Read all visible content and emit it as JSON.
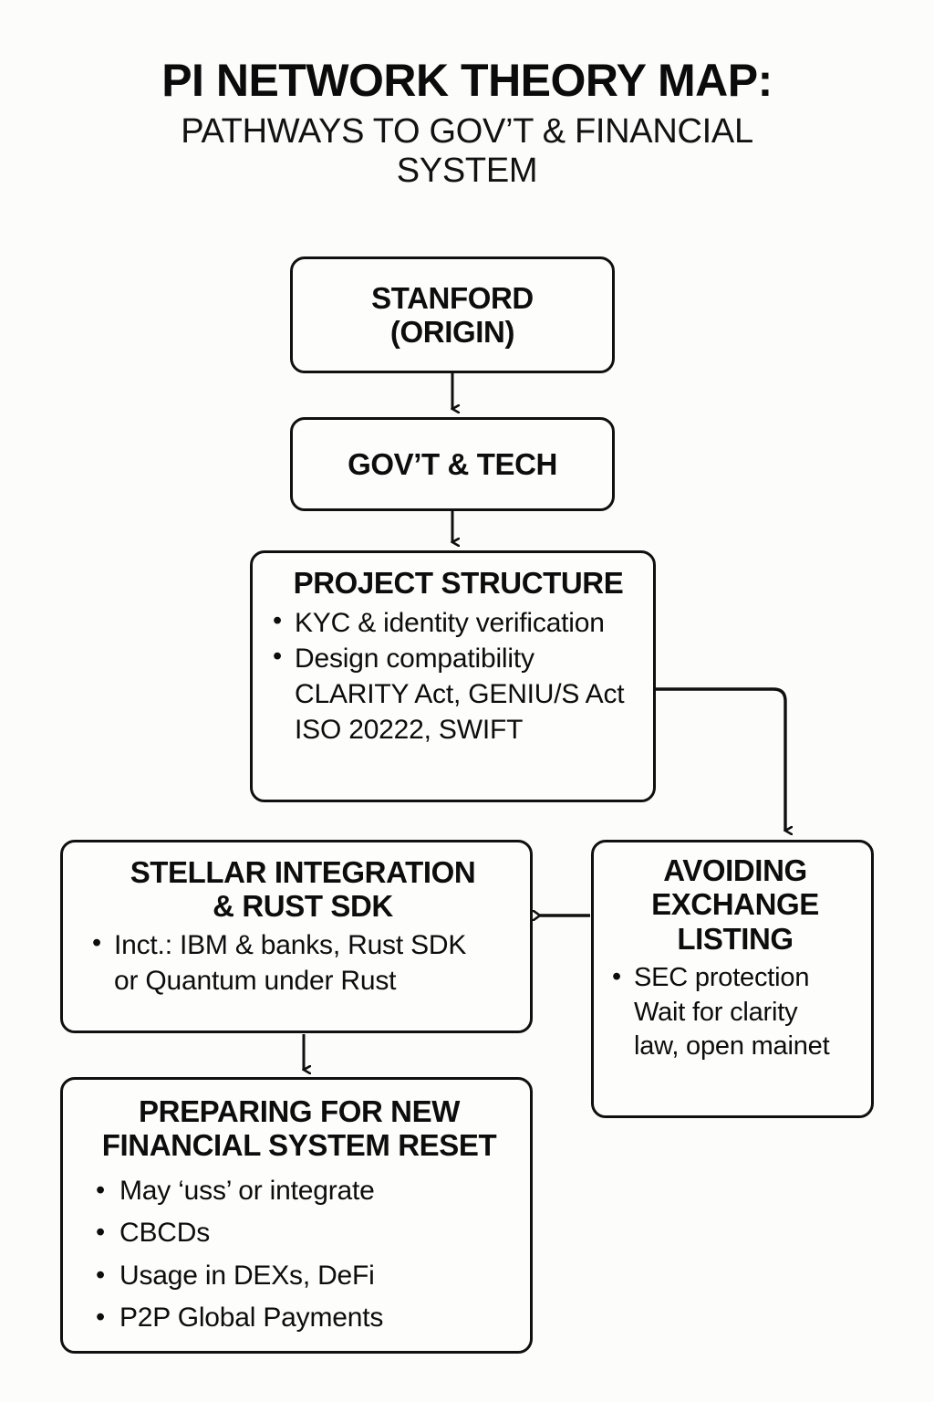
{
  "header": {
    "title": "PI NETWORK THEORY MAP:",
    "subtitle": "PATHWAYS TO GOV’T & FINANCIAL SYSTEM"
  },
  "colors": {
    "background": "#fcfcfb",
    "box_fill": "#fdfdfc",
    "stroke": "#101010",
    "text": "#0d0d0d"
  },
  "nodes": {
    "stanford": {
      "title_line1": "STANFORD",
      "title_line2": "(ORIGIN)"
    },
    "govtech": {
      "title": "GOV’T & TECH"
    },
    "project": {
      "title": "PROJECT STRUCTURE",
      "bullets": [
        {
          "main": "KYC & identity verification",
          "sub": []
        },
        {
          "main": "Design compatibility",
          "sub": [
            "CLARITY Act, GENIU/S Act",
            "ISO 20222, SWIFT"
          ]
        }
      ]
    },
    "stellar": {
      "title_line1": "STELLAR INTEGRATION",
      "title_line2": "& RUST SDK",
      "bullets": [
        {
          "main": "Inct.: IBM & banks, Rust SDK",
          "sub": [
            "or Quantum under Rust"
          ]
        }
      ]
    },
    "avoiding": {
      "title_line1": "AVOIDING",
      "title_line2": "EXCHANGE",
      "title_line3": "LISTING",
      "bullets": [
        {
          "main": "SEC protection",
          "sub": [
            "Wait for clarity",
            "law, open mainet"
          ]
        }
      ]
    },
    "preparing": {
      "title_line1": "PREPARING FOR NEW",
      "title_line2": "FINANCIAL SYSTEM RESET",
      "bullets": [
        {
          "main": "May ‘uss’ or integrate",
          "sub": []
        },
        {
          "main": "CBCDs",
          "sub": []
        },
        {
          "main": "Usage in DEXs, DeFi",
          "sub": []
        },
        {
          "main": "P2P Global Payments",
          "sub": []
        }
      ]
    }
  },
  "connectors": [
    {
      "name": "stanford-to-govtech",
      "kind": "arrow-down"
    },
    {
      "name": "govtech-to-project",
      "kind": "arrow-down"
    },
    {
      "name": "project-to-avoiding",
      "kind": "elbow-right-down"
    },
    {
      "name": "avoiding-to-stellar",
      "kind": "arrow-left"
    },
    {
      "name": "stellar-to-preparing",
      "kind": "arrow-down"
    }
  ]
}
